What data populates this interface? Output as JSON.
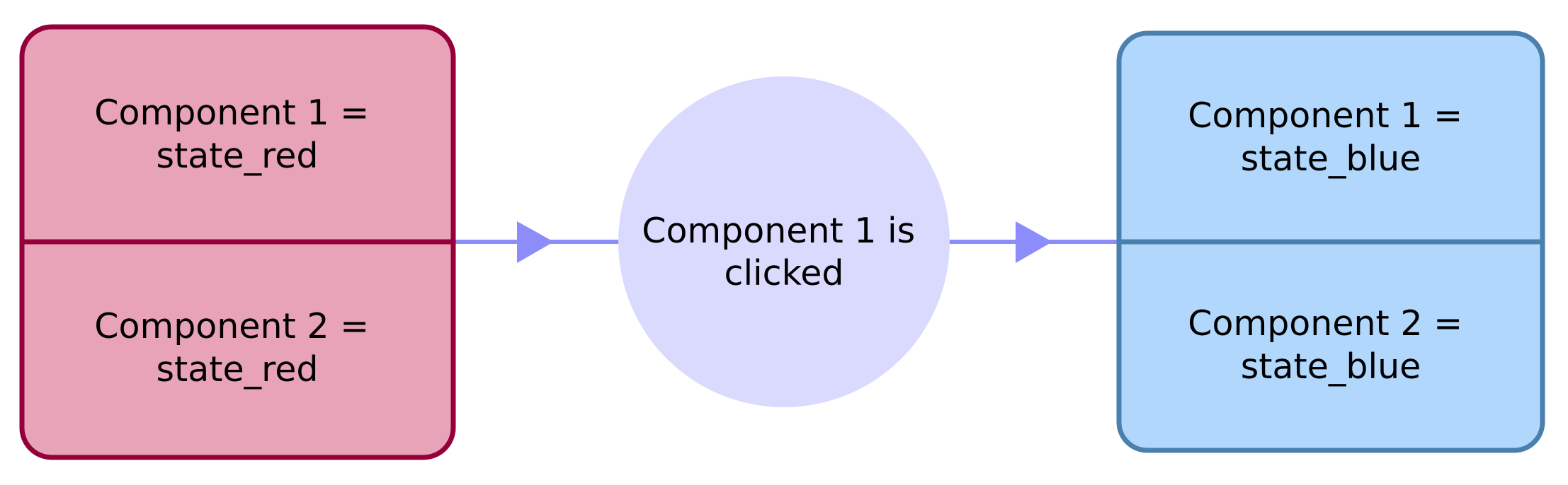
{
  "colors": {
    "red_fill": "#e8a3b8",
    "red_stroke": "#93003a",
    "blue_fill": "#b1d8fc",
    "blue_stroke": "#4b7fae",
    "circle_fill": "#dadafe",
    "arrow": "#8c8cfa",
    "text": "#000000"
  },
  "state_before": {
    "top": {
      "line1": "Component 1 =",
      "line2": "state_red"
    },
    "bottom": {
      "line1": "Component 2 =",
      "line2": "state_red"
    }
  },
  "event": {
    "line1": "Component 1 is",
    "line2": "clicked"
  },
  "state_after": {
    "top": {
      "line1": "Component 1 =",
      "line2": "state_blue"
    },
    "bottom": {
      "line1": "Component 2 =",
      "line2": "state_blue"
    }
  }
}
